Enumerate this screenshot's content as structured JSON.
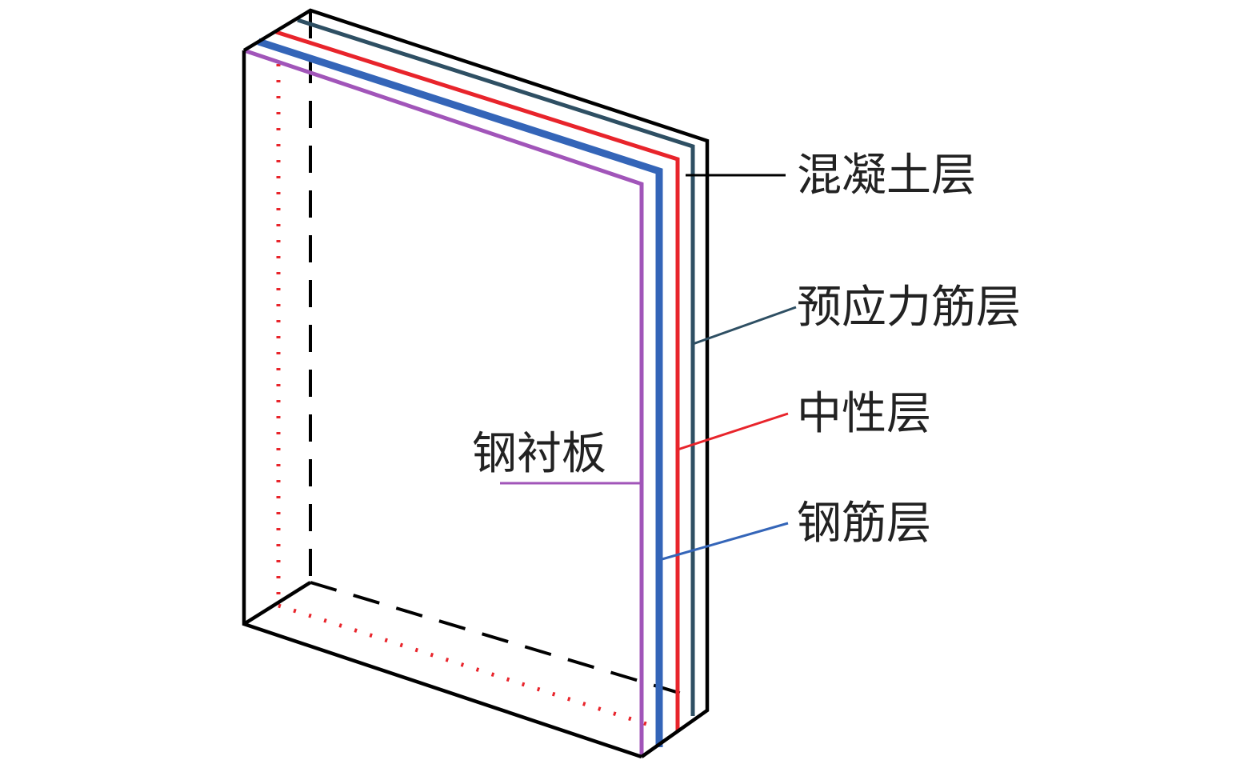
{
  "labels": {
    "concrete": "混凝土层",
    "prestress": "预应力筋层",
    "neutral": "中性层",
    "steel_liner": "钢衬板",
    "rebar": "钢筋层"
  },
  "colors": {
    "concrete": "#000000",
    "prestress": "#2e4f63",
    "neutral": "#e8242b",
    "rebar": "#3465b8",
    "steel_liner": "#a155b9"
  }
}
